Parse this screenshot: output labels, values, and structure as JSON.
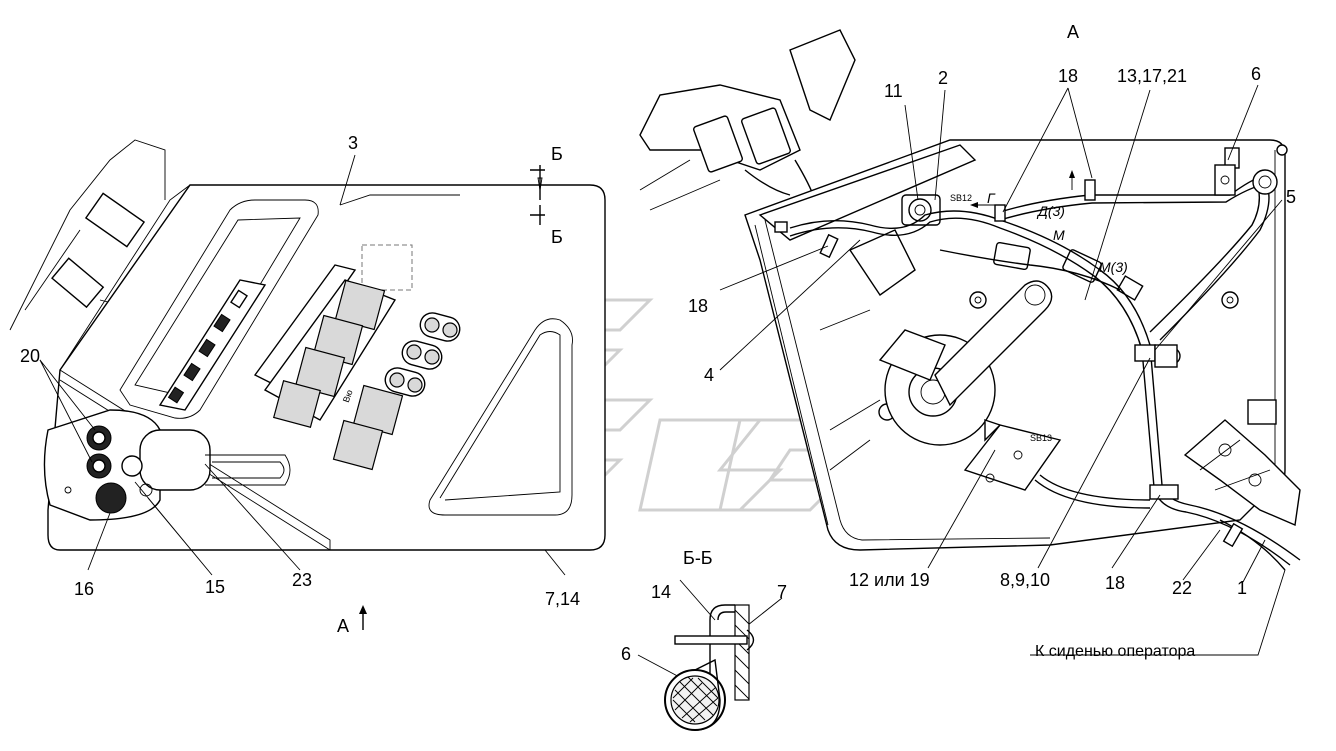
{
  "view_a_title": "А",
  "view_b_title": "Б-Б",
  "section_marks": {
    "top": "Б",
    "bottom": "Б"
  },
  "view_arrow_label": "А",
  "left_callouts": {
    "c3": "3",
    "c20": "20",
    "c16": "16",
    "c15": "15",
    "c23": "23",
    "c7_14": "7,14"
  },
  "right_callouts": {
    "c11": "11",
    "c2": "2",
    "c18_top": "18",
    "c13_17_21": "13,17,21",
    "c6": "6",
    "c5": "5",
    "c18_left": "18",
    "c4": "4",
    "c12_19": "12 или 19",
    "c8_9_10": "8,9,10",
    "c18_bottom": "18",
    "c22": "22",
    "c1": "1"
  },
  "section_callouts": {
    "c14": "14",
    "c7": "7",
    "c6": "6"
  },
  "wire_marks": {
    "g": "Г",
    "d3": "Д(3)",
    "m": "М",
    "m3": "М(3)"
  },
  "component_tags": {
    "sb12": "SB12",
    "sb13": "SB13",
    "bio": "Bю"
  },
  "footnote": "К сиденью оператора"
}
